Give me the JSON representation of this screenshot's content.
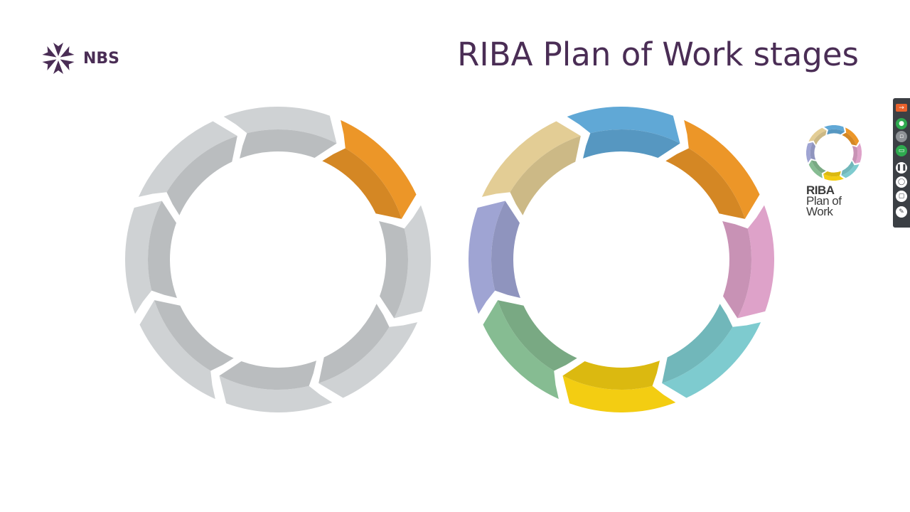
{
  "header": {
    "logo_text": "NBS",
    "title": "RIBA Plan of Work stages"
  },
  "colors": {
    "brand": "#4a2d55",
    "title": "#4a2d55",
    "inactive_stage": "#cfd2d4",
    "active_stage": "#ec9628"
  },
  "diagram": {
    "left_ring": {
      "stages": [
        {
          "id": 0,
          "color": "#ec9628",
          "active": true
        },
        {
          "id": 1,
          "color": "#cfd2d4",
          "active": false
        },
        {
          "id": 2,
          "color": "#cfd2d4",
          "active": false
        },
        {
          "id": 3,
          "color": "#cfd2d4",
          "active": false
        },
        {
          "id": 4,
          "color": "#cfd2d4",
          "active": false
        },
        {
          "id": 5,
          "color": "#cfd2d4",
          "active": false
        },
        {
          "id": 6,
          "color": "#cfd2d4",
          "active": false
        },
        {
          "id": 7,
          "color": "#cfd2d4",
          "active": false
        }
      ]
    },
    "right_ring": {
      "stages": [
        {
          "id": 0,
          "color": "#ec9628",
          "active": true
        },
        {
          "id": 1,
          "color": "#dea2c9",
          "active": true
        },
        {
          "id": 2,
          "color": "#7ecbcf",
          "active": true
        },
        {
          "id": 3,
          "color": "#f3cd12",
          "active": true
        },
        {
          "id": 4,
          "color": "#86bc92",
          "active": true
        },
        {
          "id": 5,
          "color": "#9fa4d3",
          "active": true
        },
        {
          "id": 6,
          "color": "#e3cd95",
          "active": true
        },
        {
          "id": 7,
          "color": "#60a8d6",
          "active": true
        }
      ]
    }
  },
  "badge": {
    "line1": "RIBA",
    "line2": "Plan of",
    "line3": "Work"
  },
  "toolbar": {
    "buttons": [
      {
        "name": "exit-icon",
        "color": "#e8612c",
        "glyph": "→"
      },
      {
        "name": "microphone-icon",
        "color": "#2eaa4f",
        "glyph": "●"
      },
      {
        "name": "camera-icon",
        "color": "#8e9296",
        "glyph": "▫"
      },
      {
        "name": "screen-share-icon",
        "color": "#2eaa4f",
        "glyph": "▭"
      },
      {
        "name": "pause-icon",
        "color": "#ffffff",
        "glyph": "❚❚"
      },
      {
        "name": "mouse-icon",
        "color": "#ffffff",
        "glyph": "◯"
      },
      {
        "name": "chat-icon",
        "color": "#ffffff",
        "glyph": "▢"
      },
      {
        "name": "pen-icon",
        "color": "#ffffff",
        "glyph": "✎"
      }
    ]
  }
}
